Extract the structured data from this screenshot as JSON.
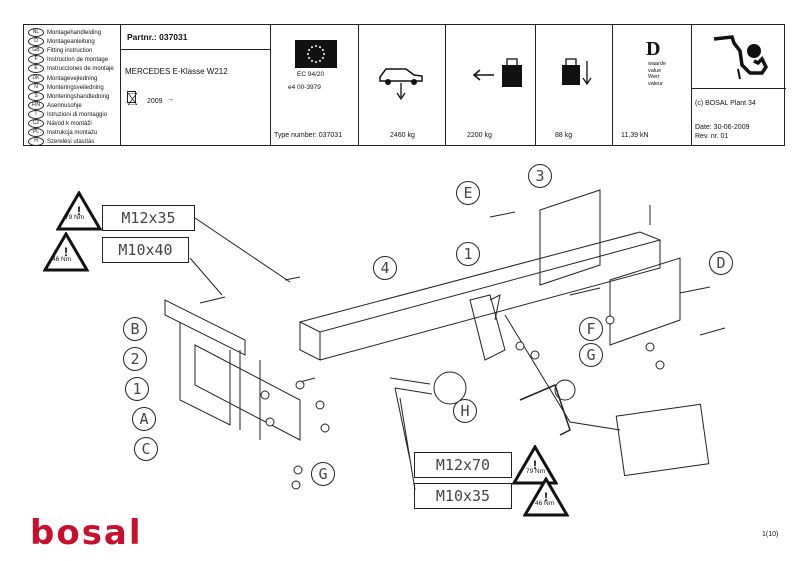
{
  "header": {
    "languages": [
      {
        "code": "NL",
        "text": "Montagehandleiding"
      },
      {
        "code": "D",
        "text": "Montageanleitung"
      },
      {
        "code": "GB",
        "text": "Fitting instruction"
      },
      {
        "code": "F",
        "text": "Instruction de montage"
      },
      {
        "code": "E",
        "text": "Instrucciones de montaje"
      },
      {
        "code": "DK",
        "text": "Montagevejledning"
      },
      {
        "code": "N",
        "text": "Monteringsveiledning"
      },
      {
        "code": "S",
        "text": "Monteringshandledning"
      },
      {
        "code": "FIN",
        "text": "Asennusohje"
      },
      {
        "code": "I",
        "text": "Istruzioni di montaggio"
      },
      {
        "code": "CZ",
        "text": "Návod k montáži"
      },
      {
        "code": "PL",
        "text": "Instrukcja montażu"
      },
      {
        "code": "H",
        "text": "Szerelési utasítás"
      }
    ],
    "part_number": "Partnr.: 037031",
    "vehicle": "MERCEDES E-Klasse  W212",
    "year": "2009",
    "ec_directive": "EC 94/20",
    "approval": "e4    00-3979",
    "type_number": "Type  number: 037031",
    "vehicle_weight": "2460 kg",
    "towing_weight": "2200 kg",
    "vertical_load": "88 kg",
    "d_letter": "D",
    "d_value_labels": [
      "waarde",
      "value",
      "Wert",
      "valeur"
    ],
    "d_value": "11,39 kN",
    "company": "(c) BOSAL Plant 34",
    "date": "Date: 30-06-2009",
    "revision": "Rev. nr.  01"
  },
  "diagram": {
    "bolt_labels": {
      "top_left_1": "M12x35",
      "top_left_2": "M10x40",
      "bottom_1": "M12x70",
      "bottom_2": "M10x35"
    },
    "torques": {
      "top_left_1": "79 Nm",
      "top_left_2": "46 Nm",
      "bottom_1": "79 Nm",
      "bottom_2": "46 Nm"
    },
    "callouts": [
      "B",
      "2",
      "1",
      "A",
      "C",
      "G",
      "E",
      "3",
      "1",
      "4",
      "D",
      "F",
      "G",
      "H"
    ]
  },
  "brand": "bosal",
  "page": "1(10)",
  "colors": {
    "brand_red": "#c8102e",
    "line": "#222222"
  }
}
